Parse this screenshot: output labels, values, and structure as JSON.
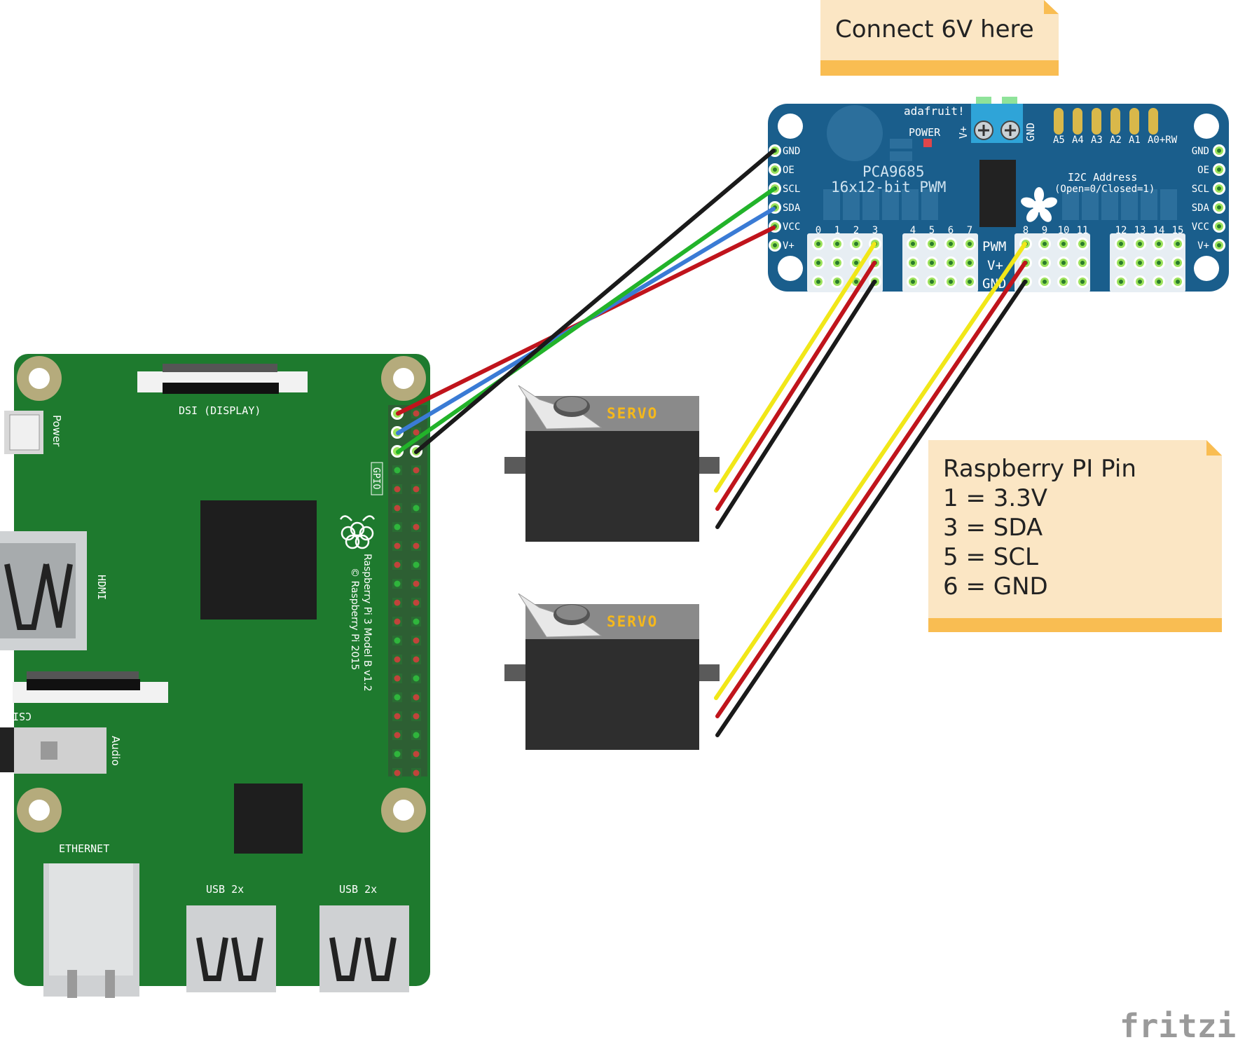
{
  "notes": {
    "top": "Connect 6V here",
    "pins": [
      "Raspberry PI Pin",
      "1 = 3.3V",
      "3 = SDA",
      "5 = SCL",
      "6 = GND"
    ]
  },
  "pca9685": {
    "brand": "adafruit!",
    "power": "POWER",
    "vplus": "V+",
    "gnd": "GND",
    "title1": "PCA9685",
    "title2": "16x12-bit PWM",
    "i2c1": "I2C Address",
    "i2c2": "(Open=0/Closed=1)",
    "addr": [
      "A5",
      "A4",
      "A3",
      "A2",
      "A1",
      "A0+RW"
    ],
    "left_pins": [
      "GND",
      "OE",
      "SCL",
      "SDA",
      "VCC",
      "V+"
    ],
    "right_pins": [
      "GND",
      "OE",
      "SCL",
      "SDA",
      "VCC",
      "V+"
    ],
    "pwm_rows": [
      "PWM",
      "V+",
      "GND"
    ],
    "channels": [
      "0",
      "1",
      "2",
      "3",
      "4",
      "5",
      "6",
      "7",
      "8",
      "9",
      "10",
      "11",
      "12",
      "13",
      "14",
      "15"
    ]
  },
  "rpi": {
    "dsi": "DSI (DISPLAY)",
    "power": "Power",
    "gpio": "GPIO",
    "hdmi": "HDMI",
    "model": "Raspberry Pi 3 Model B v1.2",
    "copyright": "© Raspberry Pi 2015",
    "csi": "CSI (CAMERA)",
    "audio": "Audio",
    "ethernet": "ETHERNET",
    "usb1": "USB 2x",
    "usb2": "USB 2x"
  },
  "servo": {
    "label": "SERVO"
  },
  "watermark": "fritzing",
  "colors": {
    "rpi_board": "#1e7a2e",
    "pca_board": "#1a5e8c",
    "note": "#fbe6c4",
    "note_bar": "#f9bd52",
    "wire_red": "#c0141c",
    "wire_blue": "#3a7bd5",
    "wire_green": "#22b32a",
    "wire_black": "#1a1a1a",
    "wire_yellow": "#f1e718"
  }
}
